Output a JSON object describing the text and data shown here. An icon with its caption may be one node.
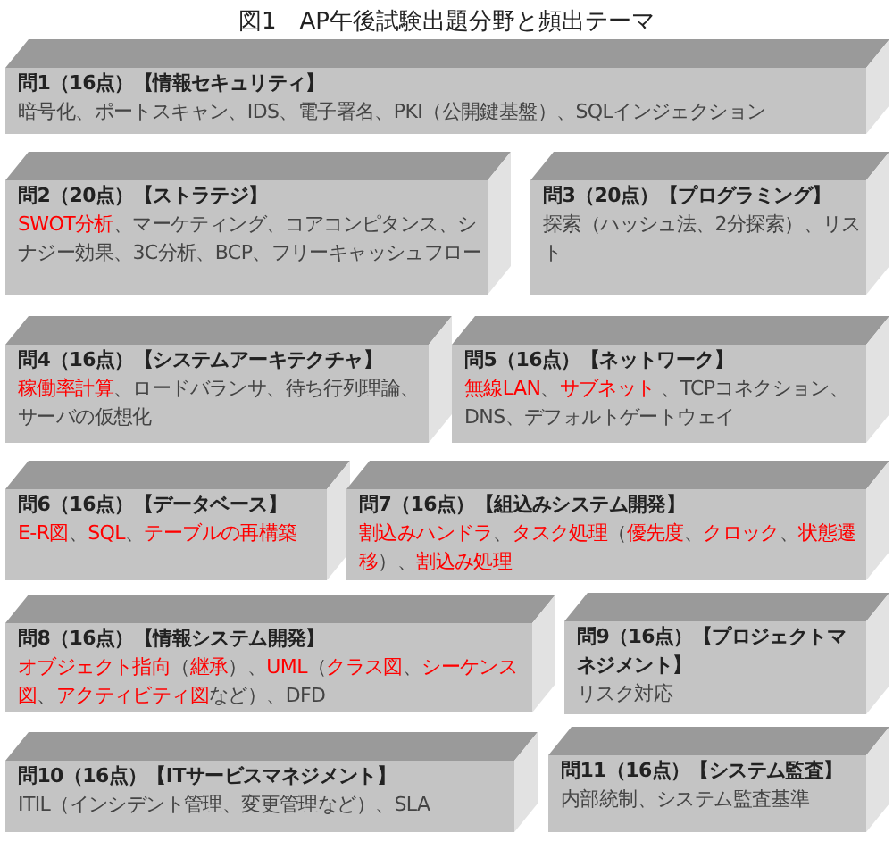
{
  "diagram": {
    "title": "図1　AP午後試験出題分野と頻出テーマ",
    "nodes": [
      {
        "text": [
          "問1（16点）【情報セキュリティ】",
          "暗号化、ポートスキャン、IDS、電子署名、PKI（公開鍵基盤）、SQLインジェクション"
        ]
      },
      {
        "text": [
          "問2（20点）【ストラテジ】",
          "**SWOT分析**、マーケティング、コアコンピタンス、シナジー効果、3C分析、BCP、フリーキャッシュフロー"
        ]
      },
      {
        "text": [
          "問3（20点）【プログラミング】",
          "探索（ハッシュ法、2分探索）、リスト"
        ]
      },
      {
        "text": [
          "問4（16点）【システムアーキテクチャ】",
          "**稼働率計算**、ロードバランサ、待ち行列理論、サーバの仮想化"
        ]
      },
      {
        "text": [
          "問5（16点）【ネットワーク】",
          "**無線LAN**、**サブネット** 、TCPコネクション、DNS、デフォルトゲートウェイ"
        ]
      },
      {
        "text": [
          "問6（16点）【データベース】",
          "**E-R図**、**SQL**、**テーブルの再構築**"
        ]
      },
      {
        "text": [
          "問7（16点）【組込みシステム開発】",
          "**割込みハンドラ**、**タスク処理**（**優先度**、**クロック**、**状態遷移**）、**割込み処理**"
        ]
      },
      {
        "text": [
          "問8（16点）【情報システム開発】",
          "**オブジェクト指向**（**継承**）、**UML**（**クラス図**、**シーケンス図**、**アクティビティ図**など）、DFD"
        ]
      },
      {
        "text": [
          "問9（16点）【プロジェクトマネジメント】",
          "リスク対応"
        ]
      },
      {
        "text": [
          "問10（16点）【ITサービスマネジメント】",
          "ITIL（インシデント管理、変更管理など）、SLA"
        ]
      },
      {
        "text": [
          "問11（16点）【システム監査】",
          "内部統制、システム監査基準"
        ]
      }
    ]
  }
}
